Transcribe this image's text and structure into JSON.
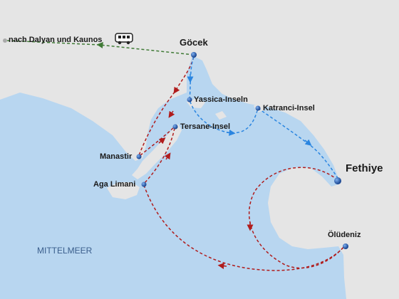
{
  "map": {
    "sea_label": "MITTELMEER",
    "route_label": "nach Dalyan und Kaunos",
    "places": {
      "gocek": "Göcek",
      "yassica": "Yassica-Inseln",
      "katranci": "Katranci-Insel",
      "tersane": "Tersane-Insel",
      "manastir": "Manastir",
      "aga": "Aga Limani",
      "fethiye": "Fethiye",
      "oludeniz": "Ölüdeniz"
    },
    "colors": {
      "sea": "#b8d6f0",
      "land": "#e5e5e5",
      "red_route": "#b01c1c",
      "blue_route": "#2a85e0",
      "green_route": "#3f7a35",
      "marker": "#1a4c9a"
    },
    "icons": [
      "bus-icon"
    ]
  }
}
